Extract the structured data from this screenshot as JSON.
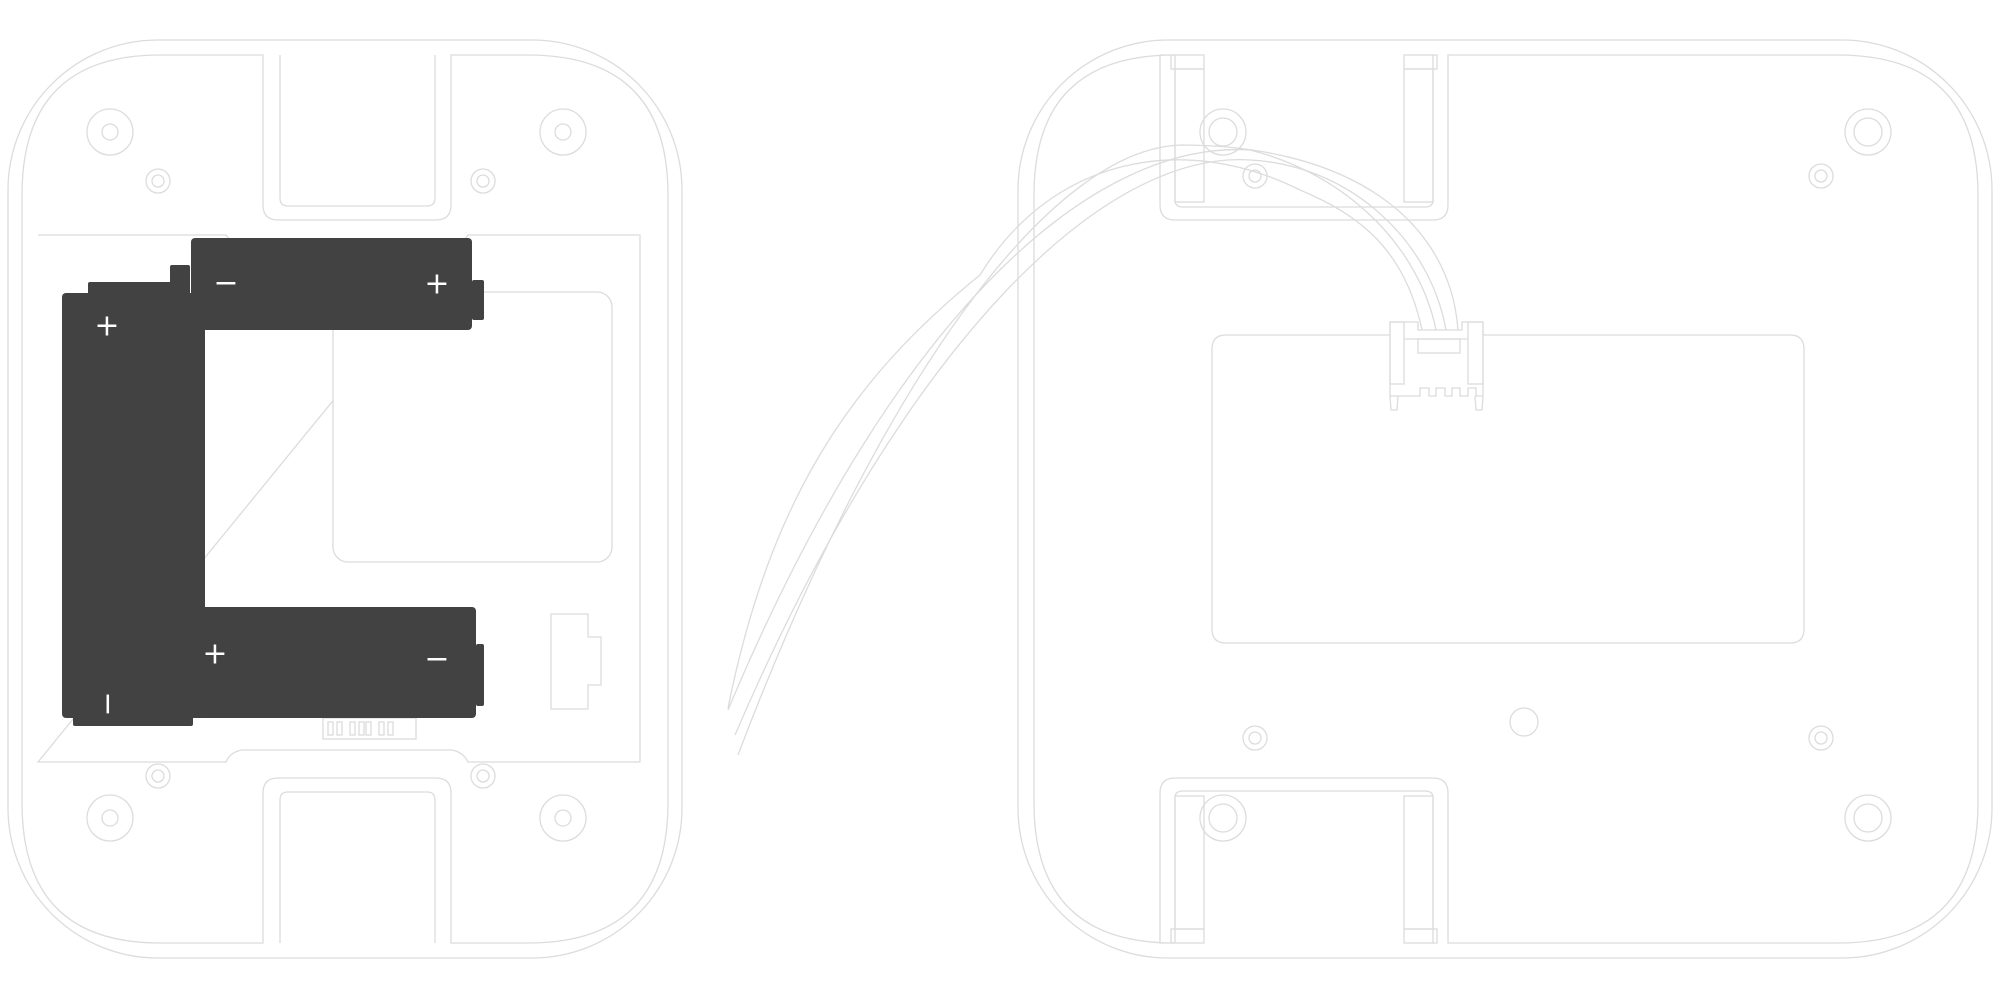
{
  "colors": {
    "outline": "#dcdcdc",
    "battery": "#424242",
    "polarity": "#ffffff",
    "background": "#ffffff"
  },
  "left_view": {
    "batteries": [
      {
        "orientation": "horizontal",
        "left_terminal": "−",
        "right_terminal": "+"
      },
      {
        "orientation": "vertical",
        "top_terminal": "+",
        "bottom_terminal": "−"
      },
      {
        "orientation": "horizontal",
        "left_terminal": "+",
        "right_terminal": "−"
      }
    ]
  },
  "right_view": {
    "connector_wires": 4
  }
}
